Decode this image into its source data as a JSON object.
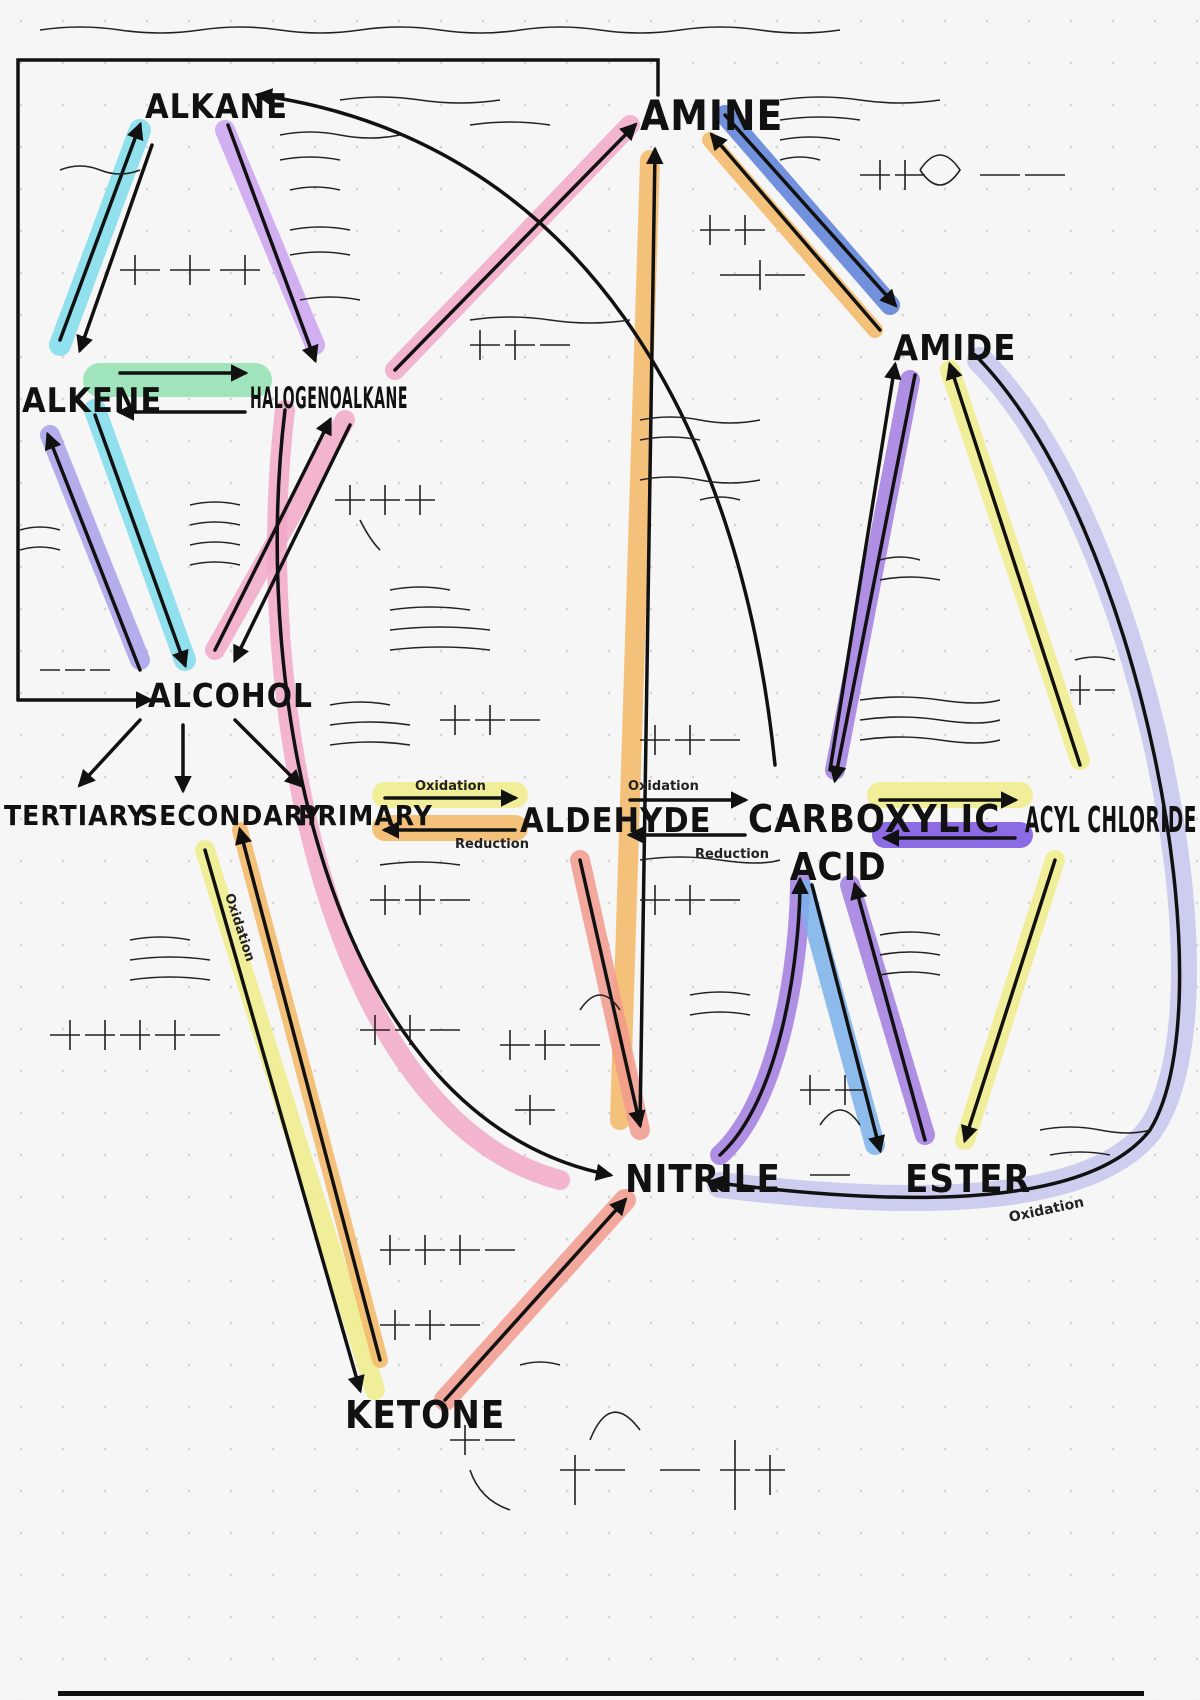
{
  "nodes": {
    "alkane": "ALKANE",
    "alkene": "ALKENE",
    "halogenoalkane": "HALOGENOALKANE",
    "alcohol": "ALCOHOL",
    "amine": "AMINE",
    "amide": "AMIDE",
    "tertiary": "TERTIARY",
    "secondary": "SECONDARY",
    "primary": "PRIMARY",
    "aldehyde": "ALDEHYDE",
    "carboxylic_acid_1": "CARBOXYLIC",
    "carboxylic_acid_2": "ACID",
    "acyl_chloride": "ACYL CHLORIDE",
    "nitrile": "NITRILE",
    "ester": "ESTER",
    "ketone": "KETONE"
  },
  "edge_labels": {
    "primary_to_aldehyde": "Oxidation",
    "aldehyde_to_primary": "Reduction",
    "aldehyde_to_acid": "Oxidation",
    "acid_to_aldehyde": "Reduction",
    "secondary_to_ketone": "Oxidation",
    "nitrile_to_ester": "Oxidation"
  },
  "colors": {
    "cyan": "#7fdcec",
    "purple": "#a27ce0",
    "pink": "#f1a8c8",
    "orange": "#f3b764",
    "blue": "#5b7fd8",
    "yellow": "#f0ec8a",
    "lavender": "#c6c6ef",
    "salmon": "#f29a8e",
    "green": "#8fe0b0",
    "light_blue": "#7ab2ea",
    "violet": "#7a52e0"
  }
}
